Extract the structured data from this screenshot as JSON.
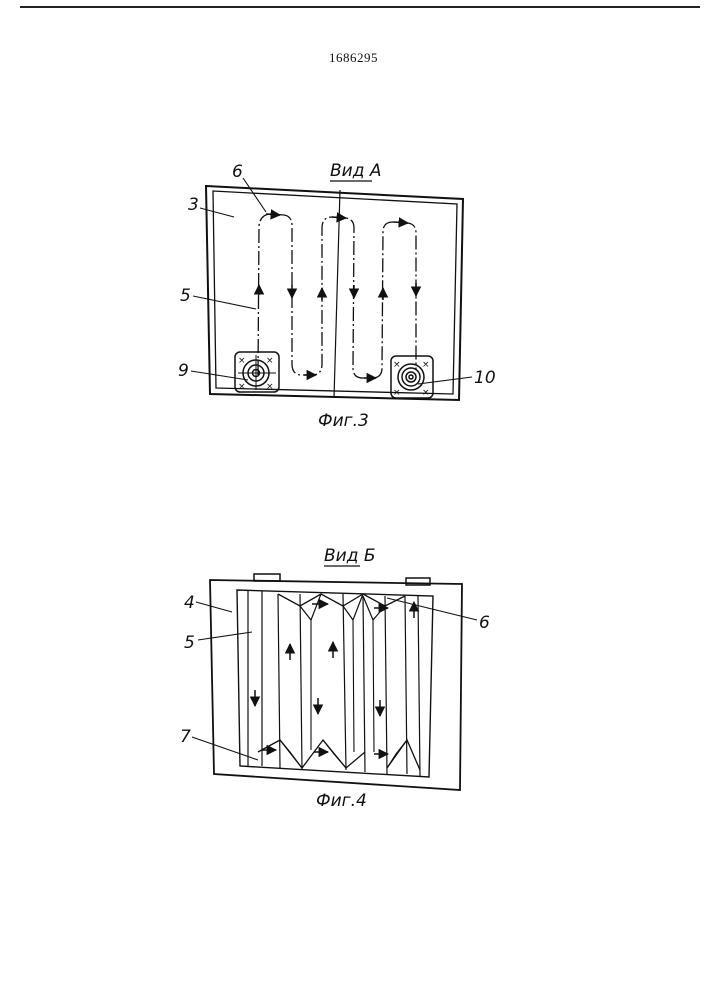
{
  "patent_number": "1686295",
  "fig3": {
    "view_label": "Вид А",
    "caption": "Фиг.3",
    "callouts": {
      "c6": "6",
      "c3": "3",
      "c5": "5",
      "c9": "9",
      "c10": "10"
    }
  },
  "fig4": {
    "view_label": "Вид Б",
    "caption": "Фиг.4",
    "callouts": {
      "c4": "4",
      "c5": "5",
      "c6": "6",
      "c7": "7"
    }
  }
}
